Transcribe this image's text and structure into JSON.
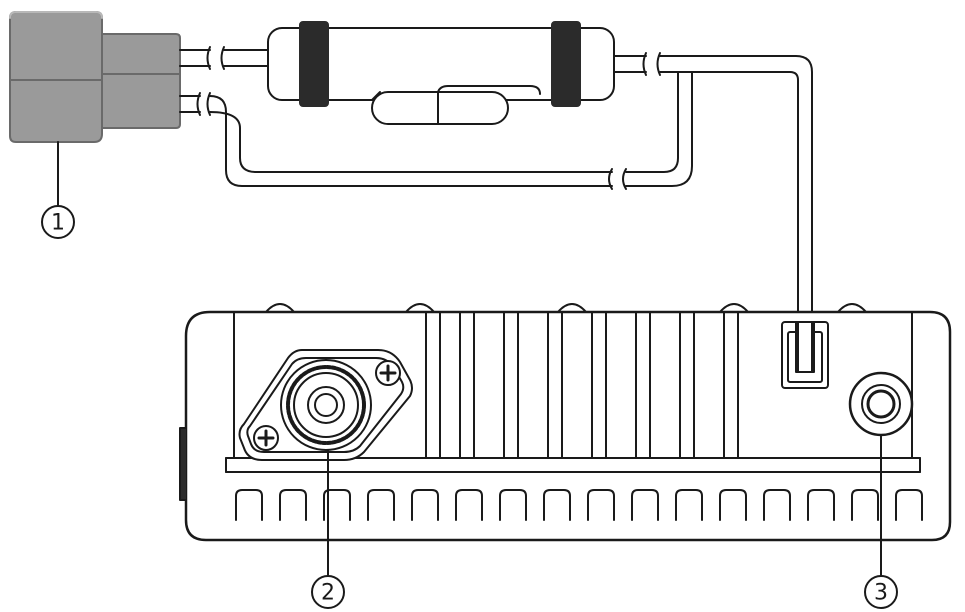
{
  "callouts": [
    {
      "id": "1",
      "label": "1"
    },
    {
      "id": "2",
      "label": "2"
    },
    {
      "id": "3",
      "label": "3"
    }
  ],
  "colors": {
    "line": "#1a1a1a",
    "plug": "#9a9a9a",
    "plug_shadow": "#7d7d7d",
    "fuse_band": "#2b2b2b",
    "background": "#ffffff"
  },
  "icons": {
    "screw": "plus-screw-icon",
    "plug": "dc-power-plug-icon",
    "fuse": "inline-fuse-holder-icon",
    "antenna": "antenna-connector-icon",
    "jack": "speaker-jack-icon"
  }
}
